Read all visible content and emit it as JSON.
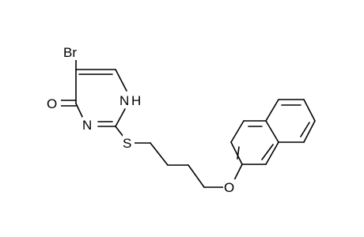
{
  "structure": {
    "atoms": {
      "br": "Br",
      "o_carbonyl": "O",
      "n_ring_top": "N",
      "h_on_n": "H",
      "n_ring_bottom": "N",
      "s_thioether": "S",
      "o_ether": "O"
    },
    "colors": {
      "bond": "#000000",
      "label": "#000000",
      "background": "#ffffff"
    }
  }
}
